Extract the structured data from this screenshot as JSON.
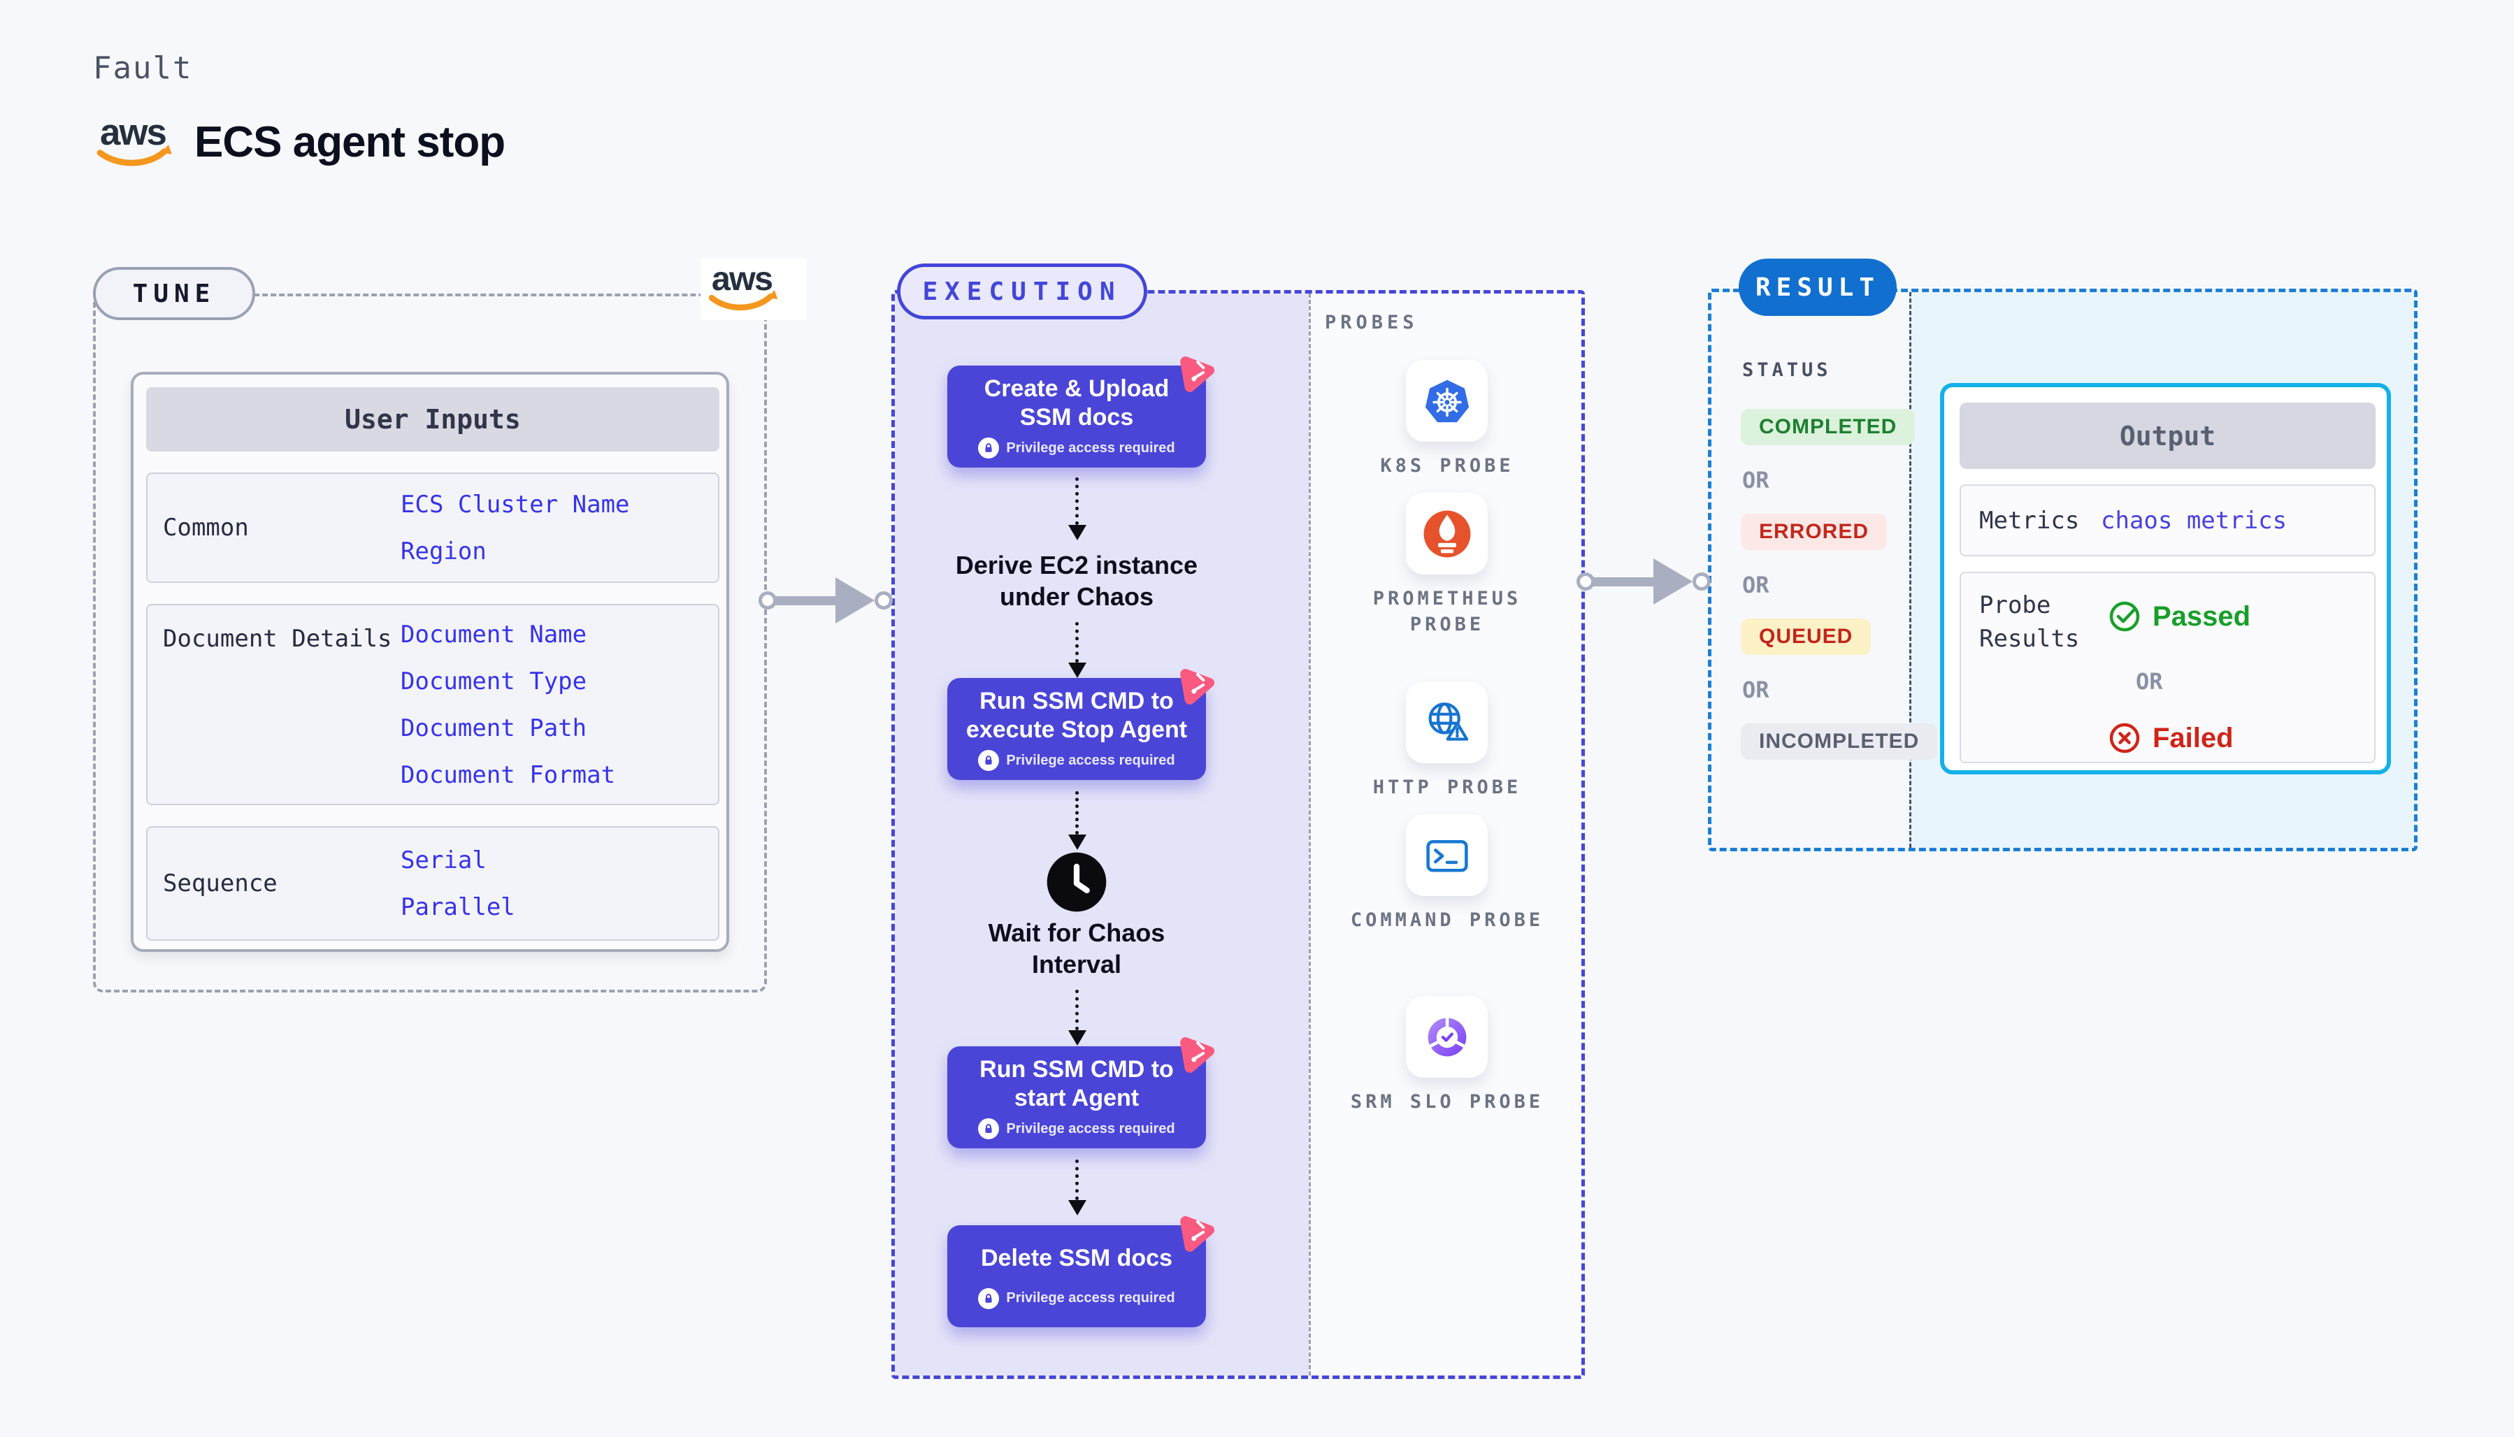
{
  "header": {
    "kicker": "Fault",
    "title": "ECS agent stop"
  },
  "aws_logo_text": "aws",
  "tune": {
    "label": "TUNE",
    "table": {
      "title": "User Inputs",
      "rows": [
        {
          "label": "Common",
          "values": [
            "ECS Cluster Name",
            "Region"
          ]
        },
        {
          "label": "Document Details",
          "values": [
            "Document Name",
            "Document Type",
            "Document Path",
            "Document Format"
          ]
        },
        {
          "label": "Sequence",
          "values": [
            "Serial",
            "Parallel"
          ]
        }
      ]
    }
  },
  "execution": {
    "label": "EXECUTION",
    "steps": {
      "create": {
        "line1": "Create & Upload",
        "line2": "SSM docs",
        "badge": "Privilege access required"
      },
      "derive": {
        "line1": "Derive EC2 instance",
        "line2": "under Chaos"
      },
      "stop": {
        "line1": "Run SSM CMD to",
        "line2": "execute Stop Agent",
        "badge": "Privilege access required"
      },
      "wait": {
        "line1": "Wait for Chaos",
        "line2": "Interval"
      },
      "start": {
        "line1": "Run SSM CMD to",
        "line2": "start Agent",
        "badge": "Privilege access required"
      },
      "delete": {
        "line1": "Delete SSM docs",
        "badge": "Privilege access required"
      }
    },
    "probes": {
      "label": "PROBES",
      "items": [
        {
          "name": "K8S PROBE",
          "icon": "kubernetes-icon"
        },
        {
          "name": "PROMETHEUS PROBE",
          "icon": "prometheus-icon"
        },
        {
          "name": "HTTP PROBE",
          "icon": "globe-warning-icon"
        },
        {
          "name": "COMMAND PROBE",
          "icon": "terminal-icon"
        },
        {
          "name": "SRM SLO PROBE",
          "icon": "slo-pie-icon"
        }
      ]
    }
  },
  "result": {
    "label": "RESULT",
    "status": {
      "label": "STATUS",
      "or": "OR",
      "completed": "COMPLETED",
      "errored": "ERRORED",
      "queued": "QUEUED",
      "incompleted": "INCOMPLETED"
    },
    "output": {
      "title": "Output",
      "metrics_label": "Metrics",
      "metrics_value": "chaos metrics",
      "probe_results_label": "Probe Results",
      "passed": "Passed",
      "or": "OR",
      "failed": "Failed"
    }
  },
  "colors": {
    "page_bg": "#f7f8fb",
    "indigo_accent": "#4446d8",
    "step_purple": "#4b45d7",
    "chaos_pink": "#fa5a80",
    "lavender_fill": "#e4e4f8",
    "value_blue": "#3732ea",
    "result_blue": "#1170cf",
    "result_dash": "#1b7fd6",
    "output_cyan": "#14b0e8",
    "output_blue_fill": "#e9f5fc",
    "completed_green": "#1d8030",
    "errored_red": "#c2281c",
    "queued_yellow_bg": "#fdf1c6",
    "passed_green": "#189f28",
    "failed_red": "#d02418",
    "aws_orange": "#f5961d",
    "k8s_blue": "#326de6",
    "prometheus_orange": "#e6522c",
    "probe_icon_blue": "#1774d1",
    "srm_purple": "#7b3ff2"
  }
}
